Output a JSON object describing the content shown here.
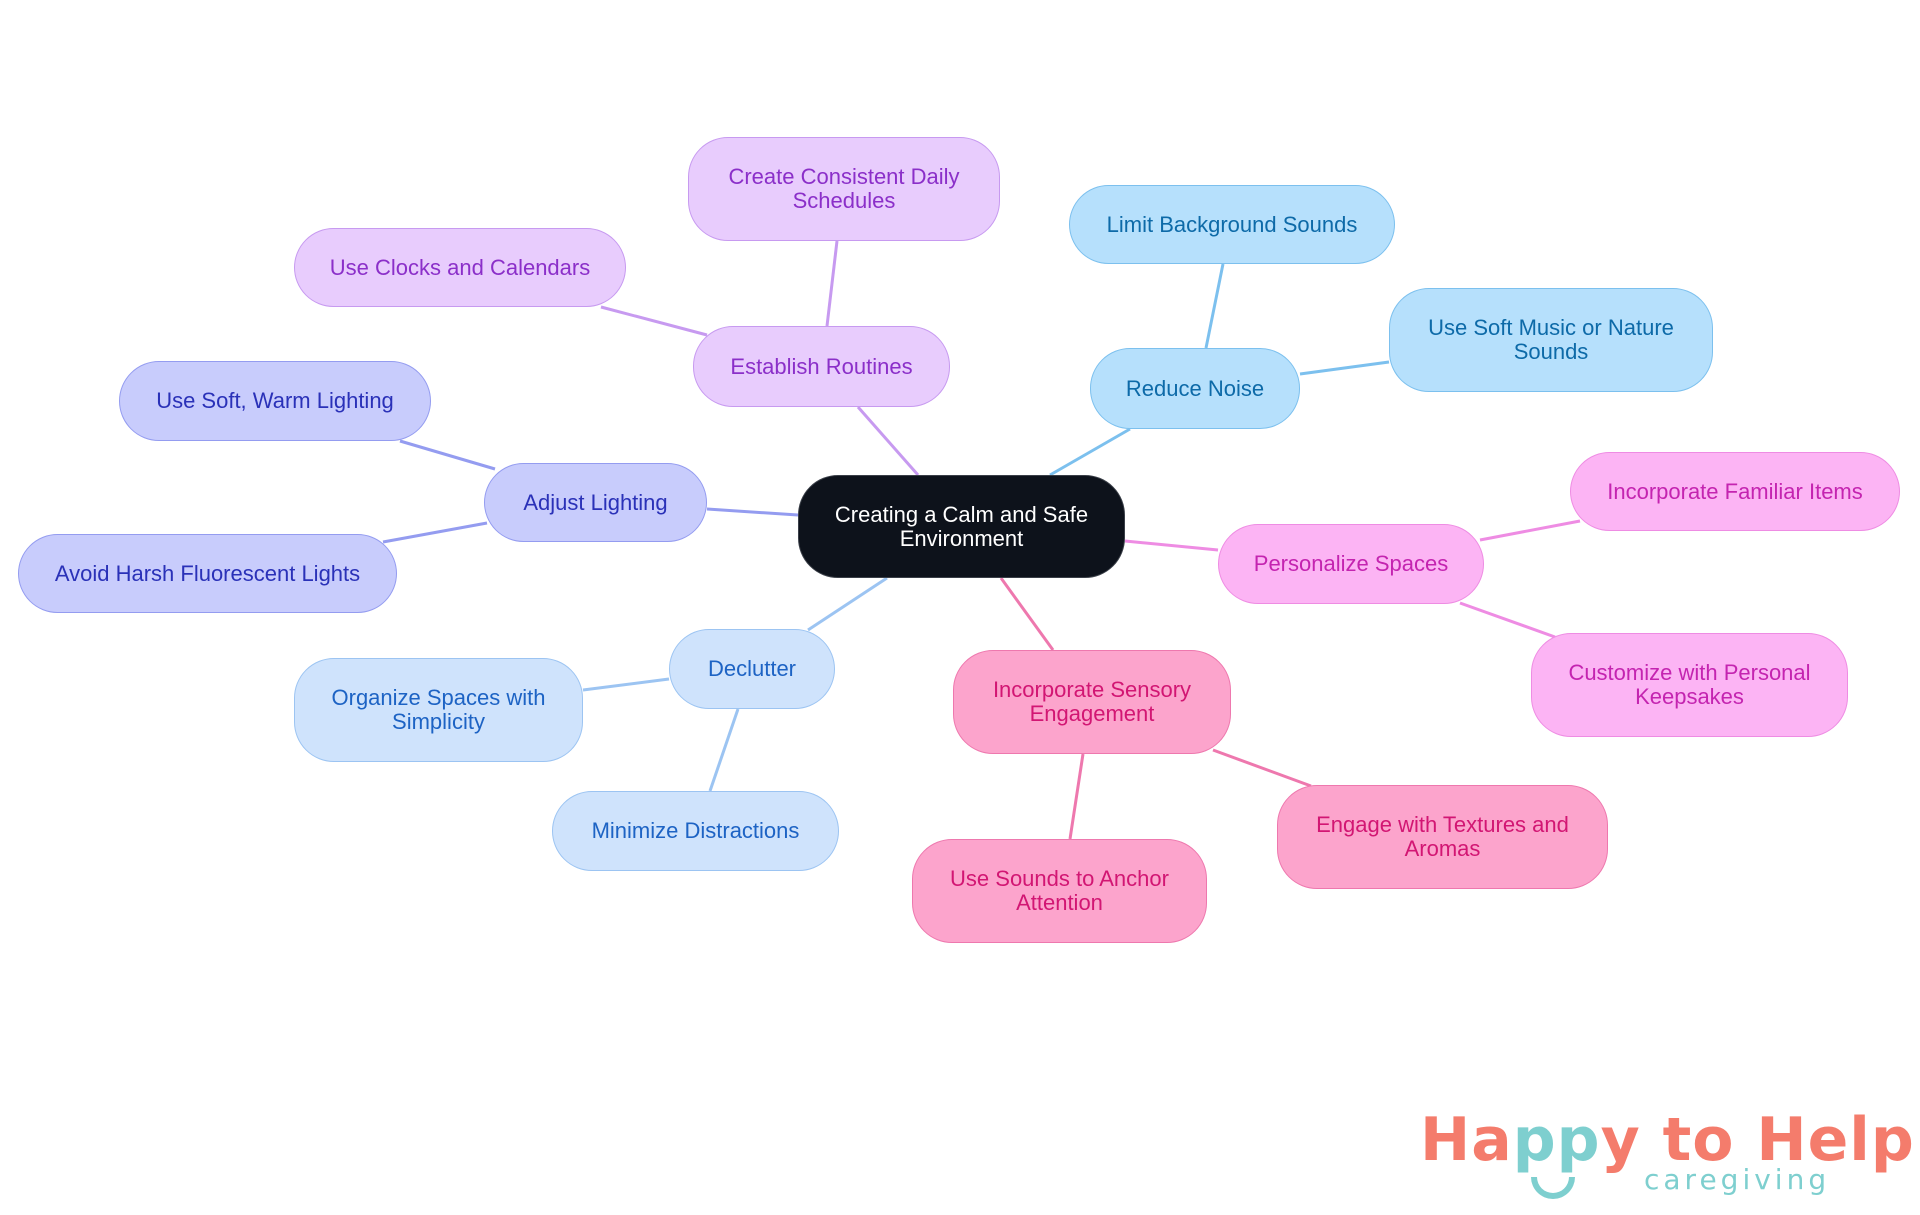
{
  "diagram": {
    "type": "mind-map",
    "center": {
      "label": "Creating a Calm and Safe Environment"
    },
    "branches": [
      {
        "label": "Establish Routines",
        "color": "#c79af0",
        "children": [
          {
            "label": "Create Consistent Daily Schedules"
          },
          {
            "label": "Use Clocks and Calendars"
          }
        ]
      },
      {
        "label": "Reduce Noise",
        "color": "#7cc0ee",
        "children": [
          {
            "label": "Limit Background Sounds"
          },
          {
            "label": "Use Soft Music or Nature Sounds"
          }
        ]
      },
      {
        "label": "Adjust Lighting",
        "color": "#949cf0",
        "children": [
          {
            "label": "Use Soft, Warm Lighting"
          },
          {
            "label": "Avoid Harsh Fluorescent Lights"
          }
        ]
      },
      {
        "label": "Personalize Spaces",
        "color": "#ee8ce3",
        "children": [
          {
            "label": "Incorporate Familiar Items"
          },
          {
            "label": "Customize with Personal Keepsakes"
          }
        ]
      },
      {
        "label": "Declutter",
        "color": "#9cc4f2",
        "children": [
          {
            "label": "Organize Spaces with Simplicity"
          },
          {
            "label": "Minimize Distractions"
          }
        ]
      },
      {
        "label": "Incorporate Sensory Engagement",
        "color": "#ee78ae",
        "children": [
          {
            "label": "Use Sounds to Anchor Attention"
          },
          {
            "label": "Engage with Textures and Aromas"
          }
        ]
      }
    ]
  },
  "logo": {
    "part1": "Ha",
    "part2": "pp",
    "part3": "y to Help",
    "subtitle": "caregiving",
    "coral": "#f47c6c",
    "teal": "#7ecfcf"
  }
}
